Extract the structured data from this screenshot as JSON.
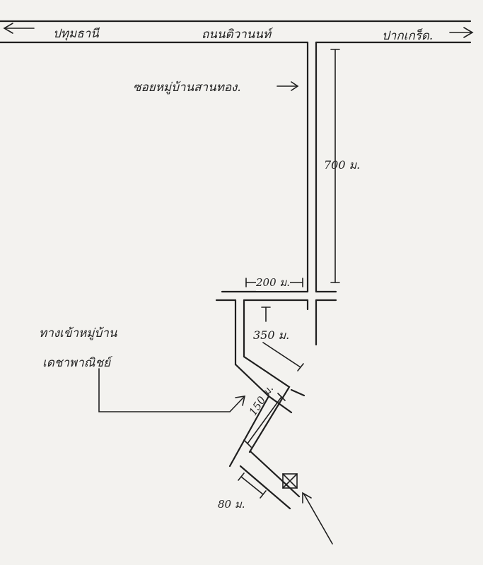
{
  "map": {
    "main_road_label": "ถนนติวานนท์",
    "left_direction": "ปทุมธานี",
    "right_direction": "ปากเกร็ด.",
    "soi_label": "ซอยหมู่บ้านสานทอง.",
    "village_entrance_line1": "ทางเข้าหมู่บ้าน",
    "village_entrance_line2": "เดชาพาณิชย์",
    "distances": {
      "soi_length": "700 ม.",
      "cross_road": "200 ม.",
      "segment_a": "350 ม.",
      "segment_b": "150 ม.",
      "segment_c": "80 ม."
    },
    "destination_marker": "⊠"
  }
}
